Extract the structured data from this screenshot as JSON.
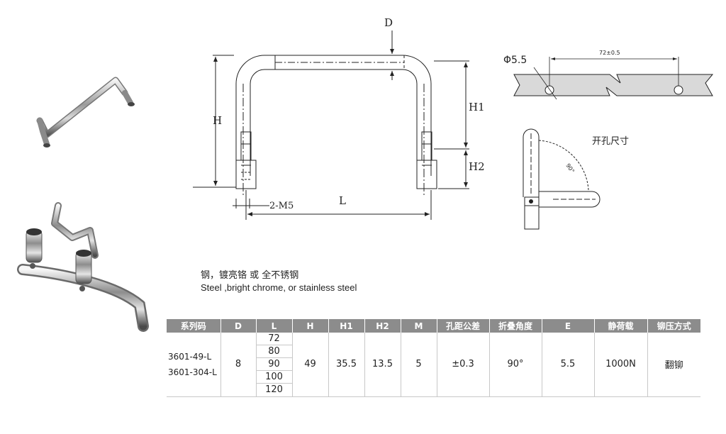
{
  "drawing": {
    "label_d": "D",
    "label_h": "H",
    "label_h1": "H1",
    "label_h2": "H2",
    "label_l": "L",
    "label_m5": "2-M5",
    "hole_dia": "Φ5.5",
    "hole_spacing": "72±0.5",
    "hole_caption": "开孔尺寸",
    "fold_angle": "90°"
  },
  "material": {
    "cn": "钢，镀亮铬 或 全不锈钢",
    "en": "Steel ,bright chrome, or stainless steel"
  },
  "table": {
    "headers": [
      "系列码",
      "D",
      "L",
      "H",
      "H1",
      "H2",
      "M",
      "孔距公差",
      "折叠角度",
      "E",
      "静荷载",
      "铆压方式"
    ],
    "models": [
      "3601-49-L",
      "3601-304-L"
    ],
    "d": "8",
    "l_values": [
      "72",
      "80",
      "90",
      "100",
      "120"
    ],
    "h": "49",
    "h1": "35.5",
    "h2": "13.5",
    "m": "5",
    "tolerance": "±0.3",
    "angle": "90°",
    "e": "5.5",
    "load": "1000N",
    "rivet": "翻铆"
  }
}
